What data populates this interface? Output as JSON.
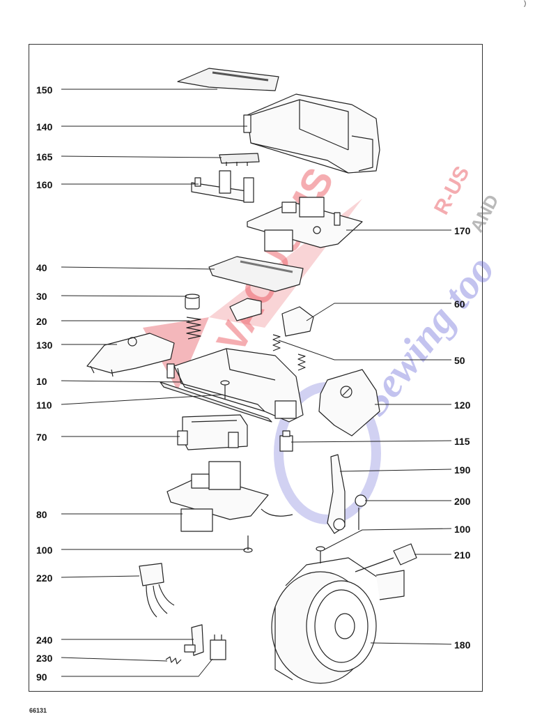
{
  "corner_mark": ")",
  "footer_code": "66131",
  "watermark": {
    "line1": "VACUUMS",
    "line2": "R-US",
    "line3": "AND",
    "line4": "Sewing too"
  },
  "callouts": {
    "c150": "150",
    "c140": "140",
    "c165": "165",
    "c160": "160",
    "c170": "170",
    "c40": "40",
    "c30": "30",
    "c60": "60",
    "c20": "20",
    "c130": "130",
    "c50": "50",
    "c10": "10",
    "c110": "110",
    "c120": "120",
    "c70": "70",
    "c115": "115",
    "c190": "190",
    "c200": "200",
    "c80": "80",
    "c100a": "100",
    "c100b": "100",
    "c210": "210",
    "c220": "220",
    "c240": "240",
    "c230": "230",
    "c180": "180",
    "c90": "90"
  }
}
